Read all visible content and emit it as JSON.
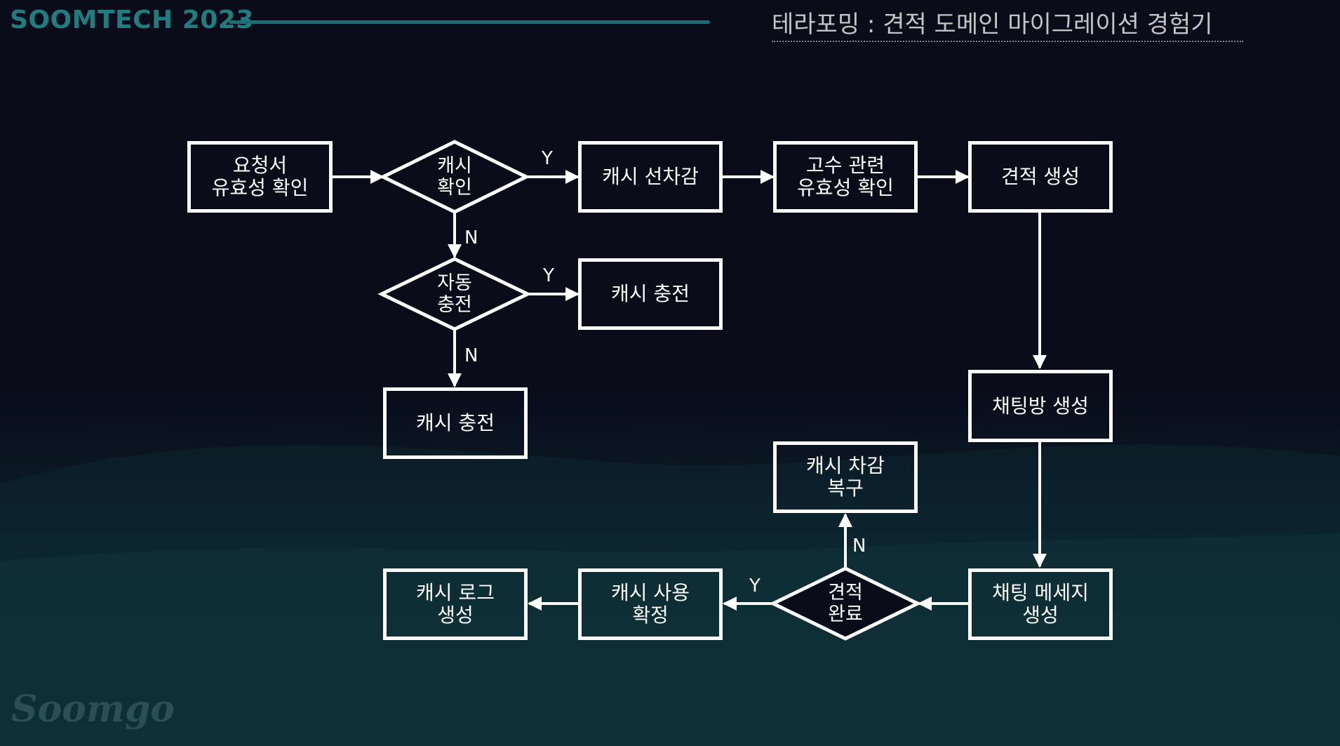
{
  "header": {
    "brand": "SOOMTECH 2023",
    "title": "테라포밍 : 견적 도메인 마이그레이션 경험기"
  },
  "flow": {
    "nodes": {
      "request_check": "요청서\n유효성 확인",
      "cash_check": "캐시\n확인",
      "cash_deduct": "캐시 선차감",
      "pro_check": "고수 관련\n유효성 확인",
      "quote_create": "견적 생성",
      "auto_charge": "자동\n충전",
      "cash_charge_a": "캐시 충전",
      "cash_charge_b": "캐시 충전",
      "chatroom_create": "채팅방 생성",
      "cash_restore": "캐시 차감\n복구",
      "quote_done": "견적\n완료",
      "chat_message": "채팅 메세지\n생성",
      "cash_confirm": "캐시 사용\n확정",
      "cash_log": "캐시 로그\n생성"
    },
    "edge_labels": {
      "cash_check_yes": "Y",
      "cash_check_no": "N",
      "auto_charge_yes": "Y",
      "auto_charge_no": "N",
      "quote_done_yes": "Y",
      "quote_done_no": "N"
    }
  },
  "footer": {
    "logo": "Soomgo"
  },
  "colors": {
    "background": "#0b0c19",
    "accent": "#1f7d80",
    "line": "#ffffff"
  }
}
